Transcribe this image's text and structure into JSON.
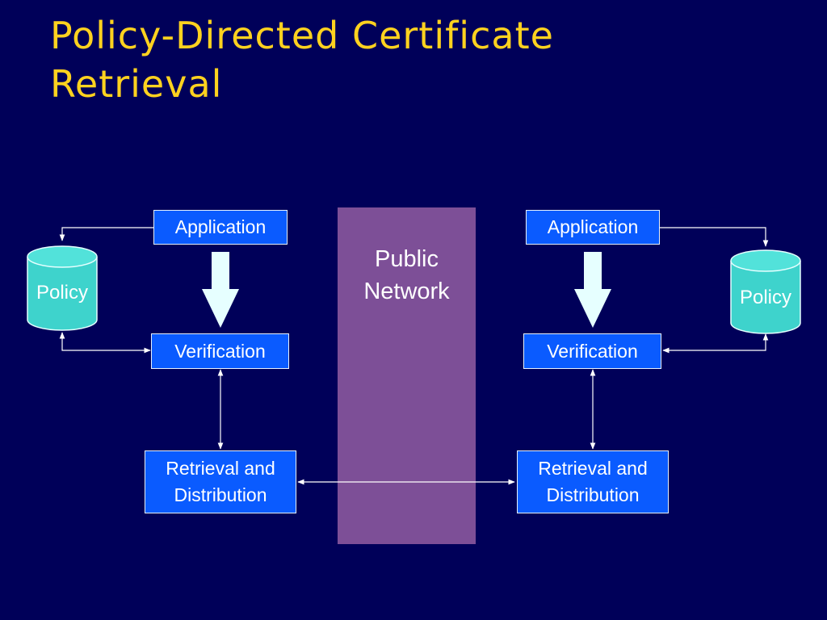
{
  "slide": {
    "title_line1": "Policy-Directed Certificate",
    "title_line2": "Retrieval"
  },
  "network": {
    "line1": "Public",
    "line2": "Network"
  },
  "left": {
    "application": "Application",
    "verification": "Verification",
    "retrieval_line1": "Retrieval and",
    "retrieval_line2": "Distribution",
    "policy": "Policy"
  },
  "right": {
    "application": "Application",
    "verification": "Verification",
    "retrieval_line1": "Retrieval and",
    "retrieval_line2": "Distribution",
    "policy": "Policy"
  },
  "colors": {
    "background": "#000059",
    "title": "#ffd21f",
    "box": "#0a5bff",
    "network": "#7d4f97",
    "cylinder": "#3ed3cc",
    "arrow": "#e6ffff"
  }
}
